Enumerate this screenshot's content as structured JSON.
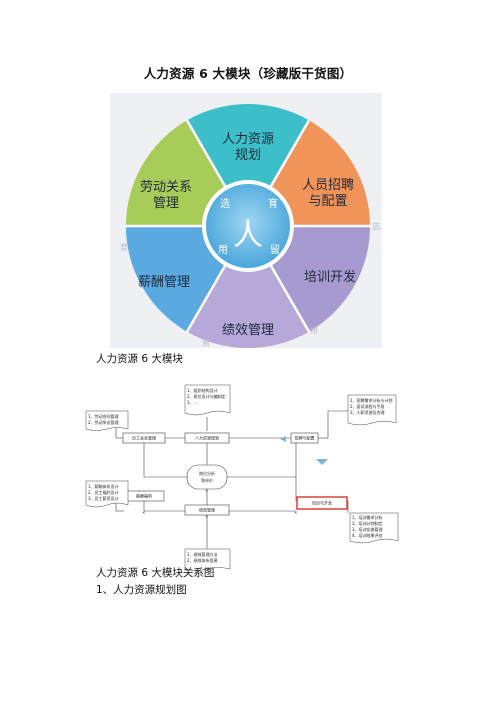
{
  "page": {
    "title": "人力资源 6 大模块（珍藏版干货图）",
    "caption1": "人力资源 6 大模块",
    "caption2": "人力资源 6 大模块关系图",
    "heading1": "1、人力资源规划图"
  },
  "wheel": {
    "center_symbol": "人",
    "center_words": [
      "选",
      "育",
      "用",
      "留"
    ],
    "segments": [
      {
        "line1": "人力资源",
        "line2": "规划",
        "color": "#3cbfc8"
      },
      {
        "line1": "人员招聘",
        "line2": "与配置",
        "color": "#f0945a"
      },
      {
        "line1": "培训开发",
        "line2": "",
        "color": "#a79ad0"
      },
      {
        "line1": "绩效管理",
        "line2": "",
        "color": "#b6a8d9"
      },
      {
        "line1": "薪酬管理",
        "line2": "",
        "color": "#5aa9e0"
      },
      {
        "line1": "劳动关系",
        "line2": "管理",
        "color": "#a8cc58"
      }
    ],
    "outer_chars": [
      "选",
      "育",
      "用",
      "留"
    ]
  },
  "flow": {
    "nodes": {
      "planning": "人力资源规划",
      "recruit": "招聘与配置",
      "labor": "员工关系管理",
      "job": "岗位分析",
      "job2": "和评价",
      "salary": "薪酬福利",
      "perf": "绩效管理",
      "training": "培训与开发"
    },
    "docs": {
      "plan_top": [
        "1、组织结构设计",
        "2、岗位设计与编制定",
        "3、..."
      ],
      "labor_left": [
        "1、劳动合同管理",
        "2、劳动争议管理"
      ],
      "recruit_right": [
        "1、招聘需求分析与计划",
        "2、面试流程与手段",
        "3、人职资源及合理"
      ],
      "salary_left": [
        "1、薪酬体系设计",
        "2、员工福利设计",
        "3、员工薪资设计"
      ],
      "training_right": [
        "1、培训需求分析",
        "2、培训计划制定",
        "3、培训实施管理",
        "4、培训效果评估"
      ],
      "perf_bottom": [
        "1、绩效管理方法",
        "2、绩效体系搭建"
      ]
    }
  }
}
